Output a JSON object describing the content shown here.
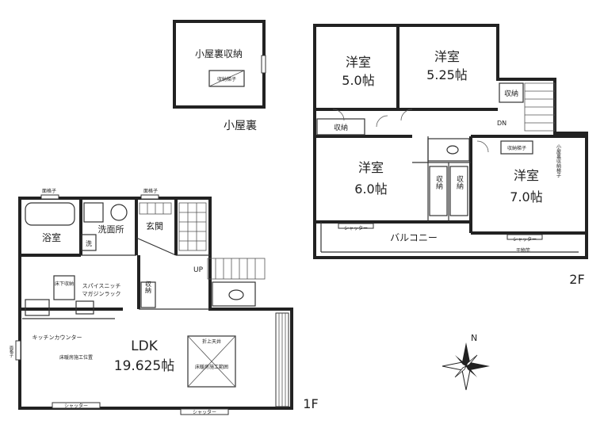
{
  "attic": {
    "storage_label": "小屋裏収納",
    "ladder_label": "収納梯子",
    "title": "小屋裏"
  },
  "floor2": {
    "rooms": [
      {
        "name": "洋室",
        "size": "5.0帖"
      },
      {
        "name": "洋室",
        "size": "5.25帖"
      },
      {
        "name": "洋室",
        "size": "6.0帖"
      },
      {
        "name": "洋室",
        "size": "7.0帖"
      }
    ],
    "storage_label": "収納",
    "storage_v1": "収納",
    "storage_v2": "収納",
    "dn_label": "DN",
    "ladder_label": "収納梯子",
    "attic_storage_note": "小屋裏収納梯子",
    "shutter_label": "シャッター",
    "balcony_label": "バルコニー",
    "hanger_label": "干物竿",
    "floor_label": "2F"
  },
  "floor1": {
    "lattice_label": "面格子",
    "bath_label": "浴室",
    "washroom_label": "洗面所",
    "laundry_label": "洗",
    "entrance_label": "玄関",
    "underfloor_label": "床下収納",
    "spice_label": "スパイスニッチ",
    "magazine_label": "マガジンラック",
    "storage_label": "収納",
    "up_label": "UP",
    "kitchen_counter_label": "キッチンカウンター",
    "ldk_name": "LDK",
    "ldk_size": "19.625帖",
    "ceiling_label": "折上天井",
    "aircon_label": "床暖房施工位置",
    "aircon2_label": "床暖房施工範囲",
    "shutter_label": "シャッター",
    "window_label": "面格子",
    "floor_label": "1F"
  },
  "compass": {
    "north_label": "N"
  }
}
